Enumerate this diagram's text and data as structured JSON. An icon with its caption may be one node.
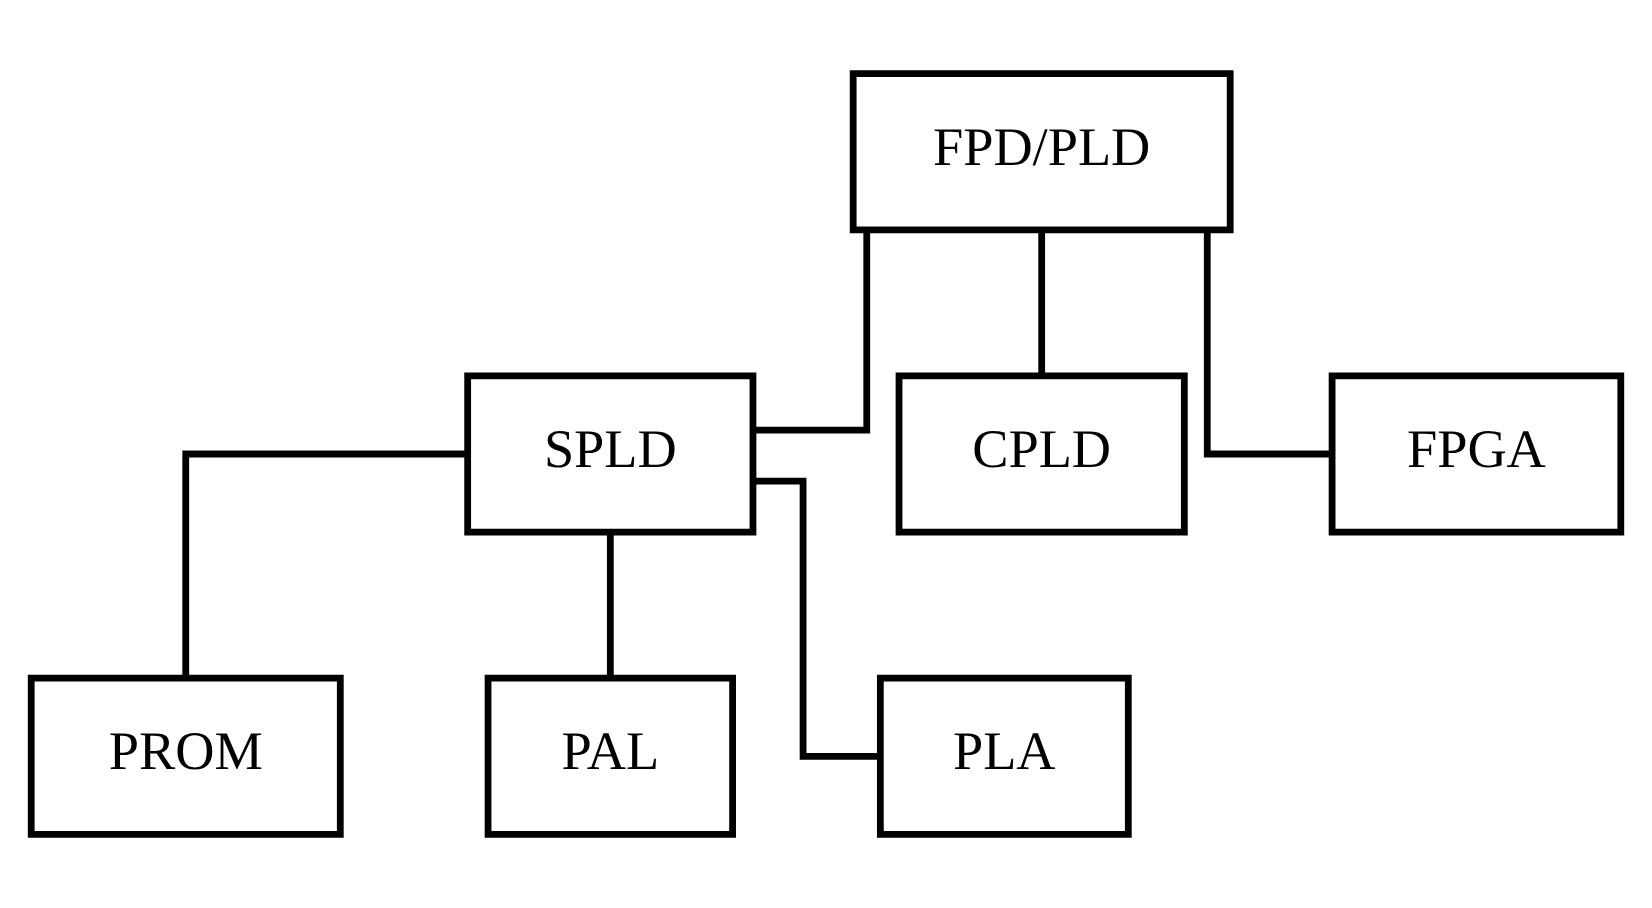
{
  "diagram": {
    "nodes": [
      {
        "text": [
          "FPD/PLD"
        ]
      },
      {
        "text": [
          "SPLD"
        ]
      },
      {
        "text": [
          "CPLD"
        ]
      },
      {
        "text": [
          "FPGA"
        ]
      },
      {
        "text": [
          "PROM"
        ]
      },
      {
        "text": [
          "PAL"
        ]
      },
      {
        "text": [
          "PLA"
        ]
      }
    ],
    "edges": [
      {
        "from": 0,
        "to": 1,
        "arrow": "none"
      },
      {
        "from": 0,
        "to": 2,
        "arrow": "none"
      },
      {
        "from": 0,
        "to": 3,
        "arrow": "none"
      },
      {
        "from": 1,
        "to": 4,
        "arrow": "none"
      },
      {
        "from": 1,
        "to": 5,
        "arrow": "none"
      },
      {
        "from": 1,
        "to": 6,
        "arrow": "none"
      }
    ]
  }
}
